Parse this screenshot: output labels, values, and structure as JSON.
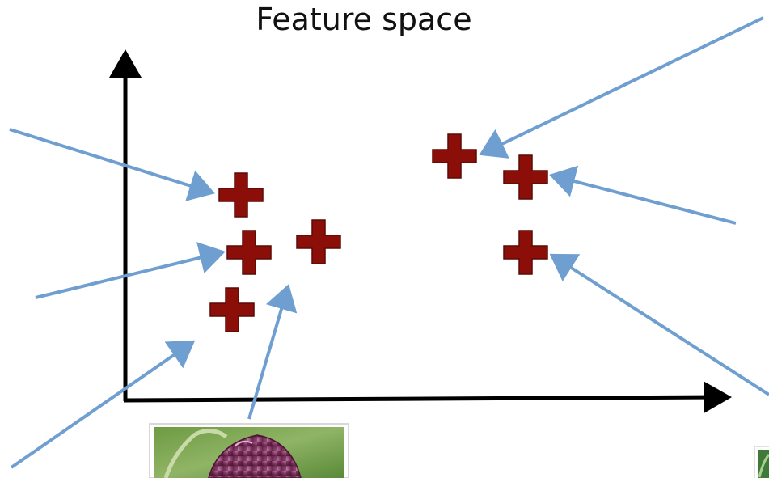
{
  "title": "Feature space",
  "colors": {
    "background": "#ffffff",
    "axis": "#000000",
    "point": "#8b0f08",
    "point_edge": "#5c0804",
    "arrow": "#6f9fd0"
  },
  "points": [
    {
      "id": "p1",
      "name": "feature-point-1"
    },
    {
      "id": "p2",
      "name": "feature-point-2"
    },
    {
      "id": "p3",
      "name": "feature-point-3"
    },
    {
      "id": "p4",
      "name": "feature-point-4"
    },
    {
      "id": "p5",
      "name": "feature-point-5"
    },
    {
      "id": "p6",
      "name": "feature-point-6"
    },
    {
      "id": "p7",
      "name": "feature-point-7"
    }
  ],
  "images": [
    {
      "name": "flower-thumbnail-left",
      "description_icon": "fritillary-flower-photo"
    },
    {
      "name": "plant-thumbnail-right",
      "description_icon": "green-leaf-photo"
    }
  ]
}
